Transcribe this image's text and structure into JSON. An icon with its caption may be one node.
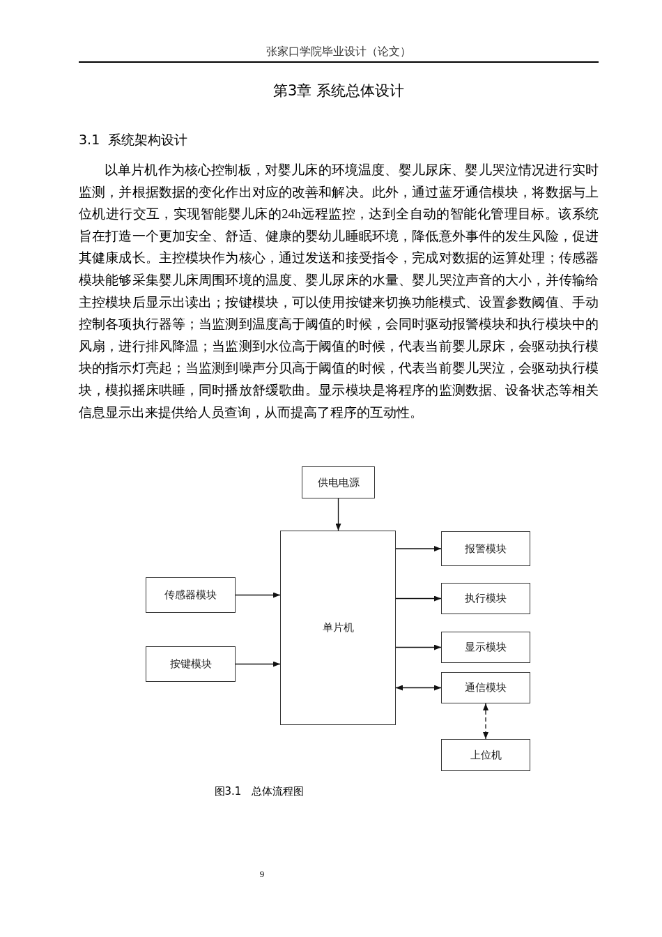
{
  "diagram": {
    "title": "第3章 系统总体设计",
    "caption": "图3.1　总体流程图",
    "nodes": [
      {
        "text": [
          "供电电源"
        ]
      },
      {
        "text": [
          "单片机"
        ]
      },
      {
        "text": [
          "报警模块"
        ]
      },
      {
        "text": [
          "传感器模块"
        ]
      },
      {
        "text": [
          "执行模块"
        ]
      },
      {
        "text": [
          "显示模块"
        ]
      },
      {
        "text": [
          "按键模块"
        ]
      },
      {
        "text": [
          "通信模块"
        ]
      },
      {
        "text": [
          "上位机"
        ]
      }
    ],
    "edges": [
      {
        "from": 0,
        "to": 1,
        "arrow": "to"
      },
      {
        "from": 1,
        "to": 2,
        "arrow": "to"
      },
      {
        "from": 3,
        "to": 1,
        "arrow": "to"
      },
      {
        "from": 1,
        "to": 4,
        "arrow": "to"
      },
      {
        "from": 1,
        "to": 5,
        "arrow": "to"
      },
      {
        "from": 6,
        "to": 1,
        "arrow": "to"
      },
      {
        "from": 1,
        "to": 7,
        "arrow": "both"
      },
      {
        "from": 7,
        "to": 8,
        "arrow": "both",
        "style": "dashed"
      }
    ],
    "labels": [
      "张家口学院毕业设计（论文）",
      "3.1  系统架构设计",
      "以单片机作为核心控制板，对婴儿床的环境温度、婴儿尿床、婴儿哭泣情况进行实时监测，并根据数据的变化作出对应的改善和解决。此外，通过蓝牙通信模块，将数据与上位机进行交互，实现智能婴儿床的24h远程监控，达到全自动的智能化管理目标。该系统旨在打造一个更加安全、舒适、健康的婴幼儿睡眠环境，降低意外事件的发生风险，促进其健康成长。主控模块作为核心，通过发送和接受指令，完成对数据的运算处理；传感器模块能够采集婴儿床周围环境的温度、婴儿尿床的水量、婴儿哭泣声音的大小，并传输给主控模块后显示出读出；按键模块，可以使用按键来切换功能模式、设置参数阈值、手动控制各项执行器等；当监测到温度高于阈值的时候，会同时驱动报警模块和执行模块中的风扇，进行排风降温；当监测到水位高于阈值的时候，代表当前婴儿尿床，会驱动执行模块的指示灯亮起；当监测到噪声分贝高于阈值的时候，代表当前婴儿哭泣，会驱动执行模块，模拟摇床哄睡，同时播放舒缓歌曲。显示模块是将程序的监测数据、设备状态等相关信息显示出来提供给人员查询，从而提高了程序的互动性。",
      "9"
    ]
  }
}
